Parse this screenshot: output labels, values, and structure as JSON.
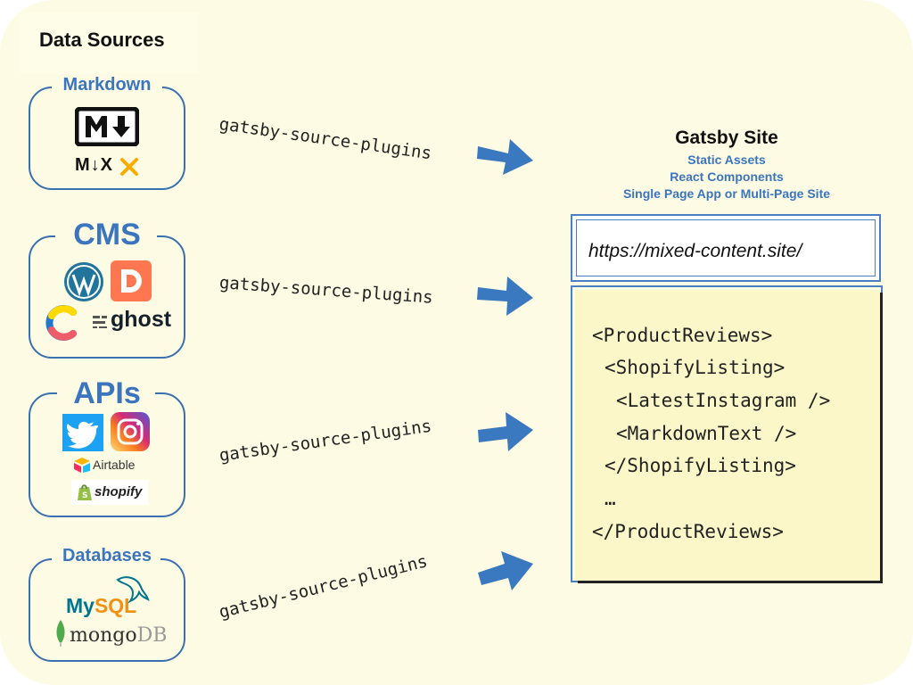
{
  "sources": {
    "title": "Data Sources",
    "groups": [
      {
        "label": "Markdown",
        "logos": [
          "markdown",
          "mdx"
        ]
      },
      {
        "label": "CMS",
        "logos": [
          "wordpress",
          "dato",
          "contentful",
          "ghost"
        ]
      },
      {
        "label": "APIs",
        "logos": [
          "twitter",
          "instagram",
          "airtable",
          "shopify"
        ]
      },
      {
        "label": "Databases",
        "logos": [
          "mysql",
          "mongodb"
        ]
      }
    ],
    "logo_text": {
      "mdx": "M↓X",
      "ghost": "ghost",
      "airtable": "Airtable",
      "shopify": "shopify",
      "mysql_my": "My",
      "mysql_sql": "SQL",
      "mongo": "mongo",
      "db": "DB"
    }
  },
  "plugins": {
    "label": "gatsby-source-plugins",
    "count": 4
  },
  "site": {
    "title": "Gatsby Site",
    "subtitles": [
      "Static Assets",
      "React Components",
      "Single Page App or Multi-Page Site"
    ],
    "url": "https://mixed-content.site/",
    "code_lines": [
      "<ProductReviews>",
      "<ShopifyListing>",
      "<LatestInstagram />",
      "<MarkdownText />",
      "</ShopifyListing>",
      "…",
      "</ProductReviews>"
    ]
  },
  "colors": {
    "accent": "#3a75bd",
    "arrow": "#3a78c0",
    "background": "#fdfbe3",
    "code_background": "#fbf7c8"
  }
}
